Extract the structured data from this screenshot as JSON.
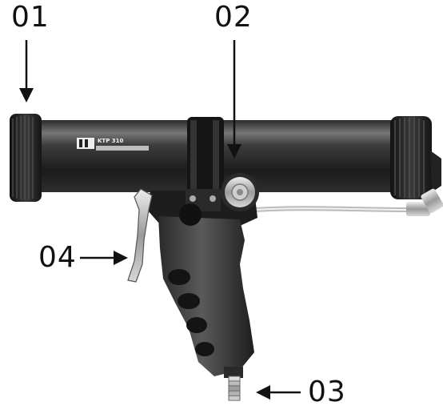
{
  "callouts": {
    "c01": "01",
    "c02": "02",
    "c03": "03",
    "c04": "04"
  },
  "logo_text": "KTP 310",
  "colors": {
    "background": "#ffffff",
    "ink": "#111111",
    "barrel_dark": "#1a1a1a",
    "barrel_mid": "#4a4a4a",
    "barrel_light": "#8c8c8c",
    "metal": "#c9c9c9"
  }
}
